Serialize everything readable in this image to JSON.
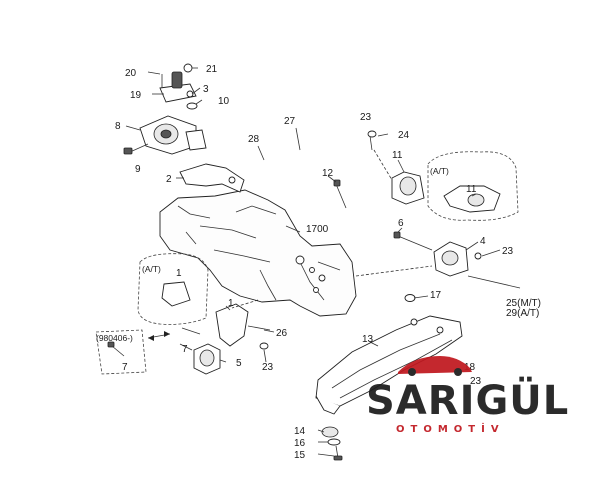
{
  "callouts": {
    "n20": "20",
    "n21": "21",
    "n19": "19",
    "n3": "3",
    "n10": "10",
    "n8": "8",
    "n9": "9",
    "n2": "2",
    "n28": "28",
    "n27": "27",
    "n23a": "23",
    "n24": "24",
    "n11a": "11",
    "n12": "12",
    "n11b": "11",
    "n1700": "1700",
    "n6": "6",
    "n4": "4",
    "n23b": "23",
    "n25": "25(M/T)",
    "n29": "29(A/T)",
    "n17": "17",
    "n1a": "1",
    "n1b": "1",
    "n26": "26",
    "n7a": "7",
    "n7b": "7",
    "n5": "5",
    "n23c": "23",
    "n13": "13",
    "n18": "18",
    "n23d": "23",
    "n14": "14",
    "n16": "16",
    "n15": "15"
  },
  "tags": {
    "at_top": "(A/T)",
    "at_left": "(A/T)",
    "date_box": "(980406-)"
  },
  "watermark": {
    "brand": "SARIGÜL",
    "sub": "OTOMOTİV",
    "accent_color": "#c0181f",
    "text_color": "#1b1b1b"
  }
}
